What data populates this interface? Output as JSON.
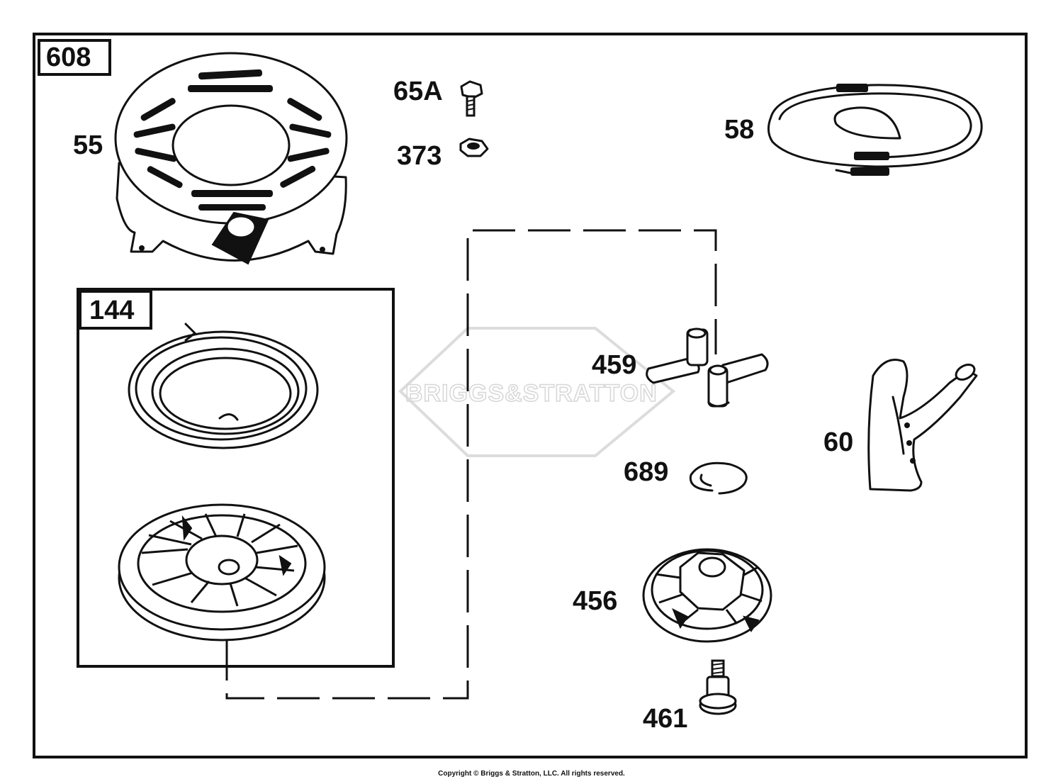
{
  "diagram": {
    "assembly_label": "608",
    "subassembly_label": "144",
    "parts": {
      "p55": "55",
      "p65a": "65A",
      "p373": "373",
      "p58": "58",
      "p459": "459",
      "p60": "60",
      "p689": "689",
      "p456": "456",
      "p461": "461"
    },
    "watermark": "BRIGGS&STRATTON",
    "copyright": "Copyright © Briggs & Stratton, LLC. All rights reserved."
  }
}
